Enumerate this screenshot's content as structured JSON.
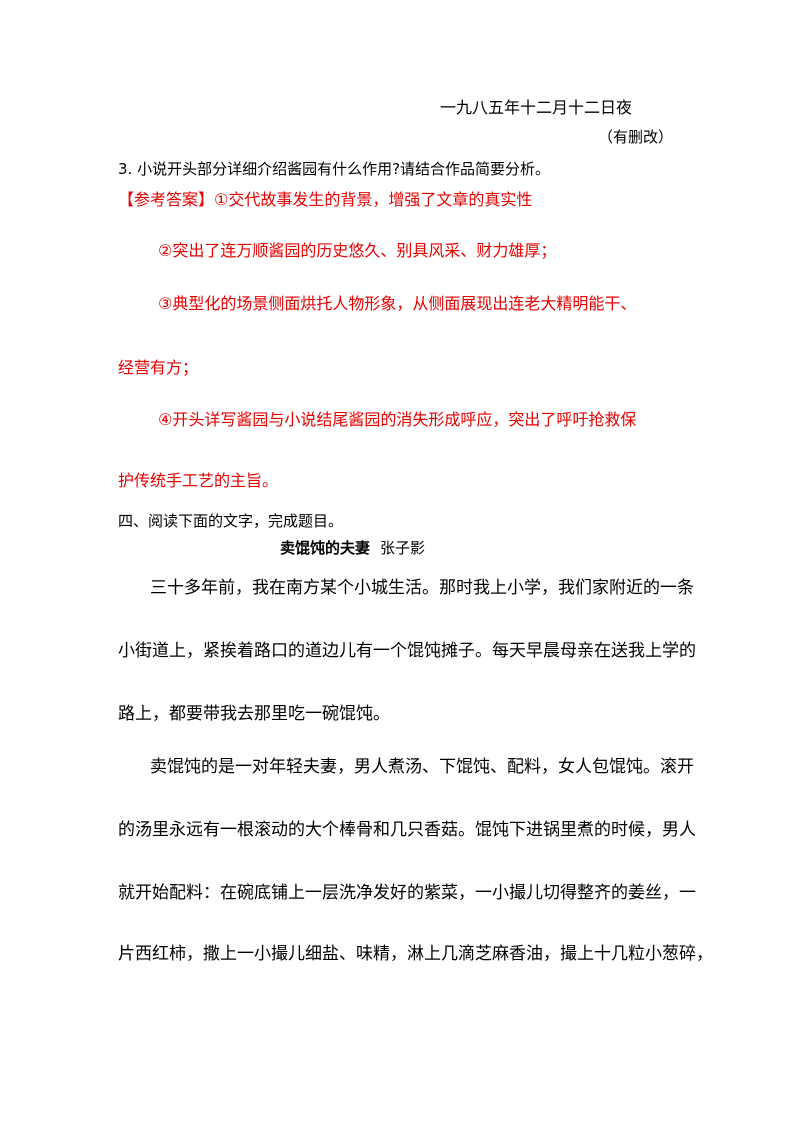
{
  "header": {
    "date_line": "一九八五年十二月十二日夜",
    "note": "（有删改）"
  },
  "question3": {
    "prompt": "3. 小说开头部分详细介绍酱园有什么作用?请结合作品简要分析。",
    "answer_label": "【参考答案】",
    "answer_points": [
      "①交代故事发生的背景，增强了文章的真实性",
      "②突出了连万顺酱园的历史悠久、别具风采、财力雄厚；",
      "③典型化的场景侧面烘托人物形象，从侧面展现出连老大精明能干、",
      "经营有方；",
      "④开头详写酱园与小说结尾酱园的消失形成呼应，突出了呼吁抢救保",
      "护传统手工艺的主旨。"
    ]
  },
  "section4": {
    "heading": "四、阅读下面的文字，完成题目。",
    "story_title": "卖馄饨的夫妻",
    "author": "张子影",
    "paragraph_lines": [
      "三十多年前，我在南方某个小城生活。那时我上小学，我们家附近的一条",
      "小街道上，紧挨着路口的道边儿有一个馄饨摊子。每天早晨母亲在送我上学的",
      "路上，都要带我去那里吃一碗馄饨。",
      "卖馄饨的是一对年轻夫妻，男人煮汤、下馄饨、配料，女人包馄饨。滚开",
      "的汤里永远有一根滚动的大个棒骨和几只香菇。馄饨下进锅里煮的时候，男人",
      "就开始配料：在碗底铺上一层洗净发好的紫菜，一小撮儿切得整齐的姜丝，一",
      "片西红柿，撒上一小撮儿细盐、味精，淋上几滴芝麻香油，撮上十几粒小葱碎，"
    ]
  }
}
